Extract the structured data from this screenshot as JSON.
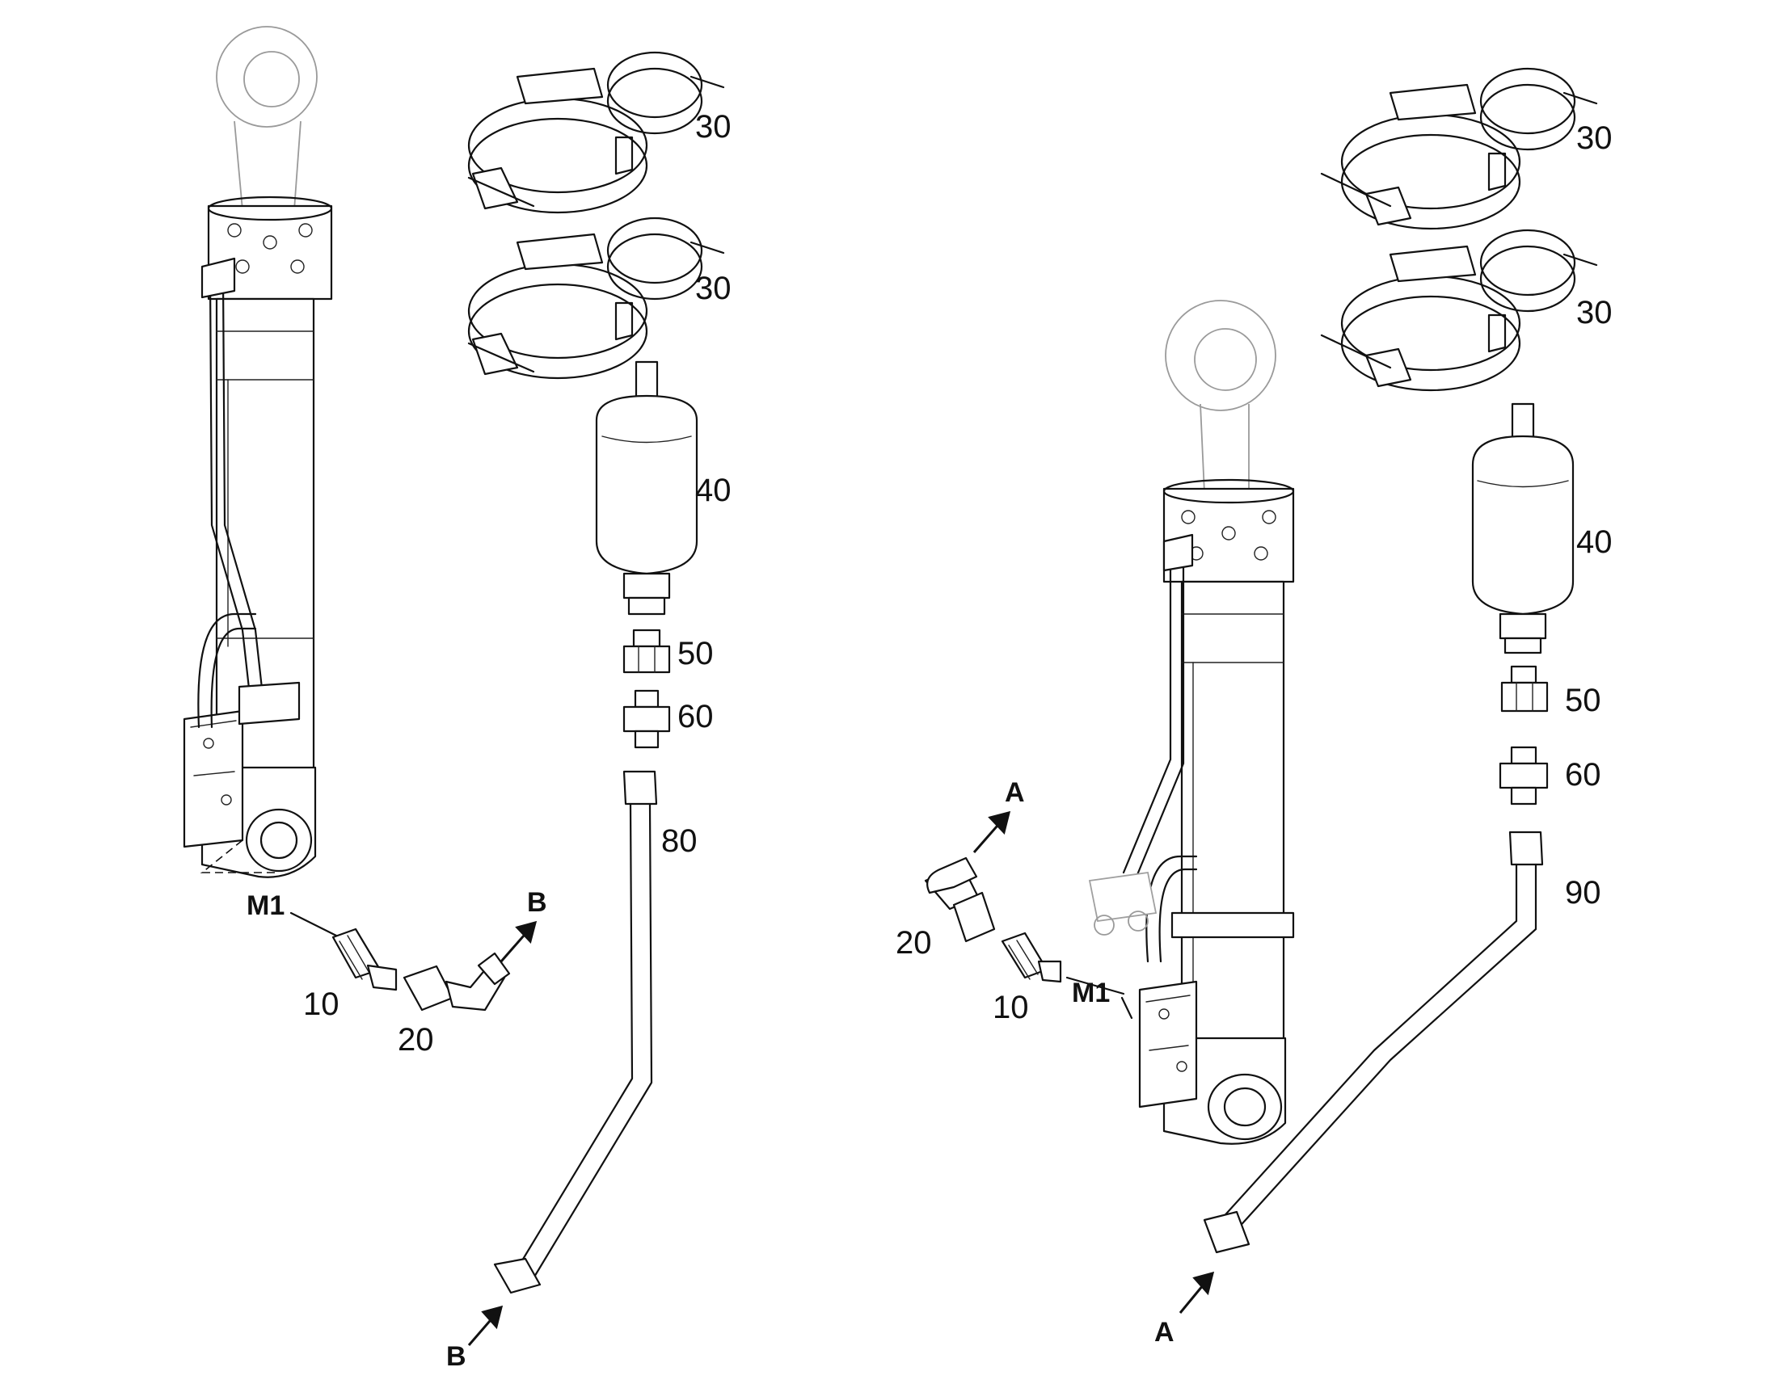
{
  "left_view": {
    "labels": {
      "clamp_a": "30",
      "clamp_b": "30",
      "accumulator": "40",
      "nipple": "50",
      "adapter": "60",
      "pipe": "80",
      "fitting": "10",
      "elbow": "20",
      "port": "M1",
      "conn_top": "B",
      "conn_bottom": "B"
    }
  },
  "right_view": {
    "labels": {
      "clamp_a": "30",
      "clamp_b": "30",
      "accumulator": "40",
      "nipple": "50",
      "adapter": "60",
      "pipe": "90",
      "fitting": "10",
      "elbow": "20",
      "port": "M1",
      "conn_top": "A",
      "conn_bottom": "A"
    }
  }
}
